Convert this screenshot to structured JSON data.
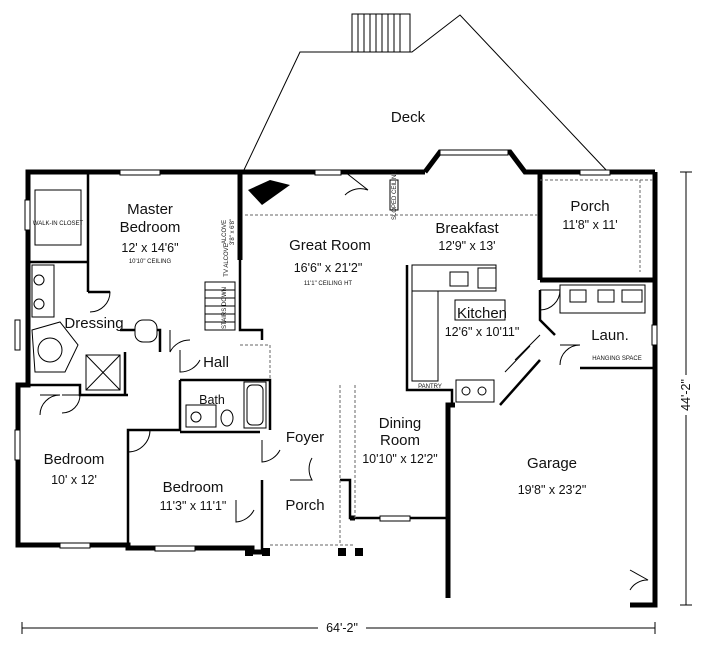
{
  "rooms": {
    "deck": {
      "name": "Deck"
    },
    "master": {
      "name1": "Master",
      "name2": "Bedroom",
      "dims": "12' x 14'6\"",
      "note": "10'10\" CEILING"
    },
    "great": {
      "name": "Great Room",
      "dims": "16'6\" x 21'2\"",
      "note": "11'1\" CEILING HT"
    },
    "breakfast": {
      "name": "Breakfast",
      "dims": "12'9\" x 13'"
    },
    "porch_rear": {
      "name": "Porch",
      "dims": "11'8\" x 11'"
    },
    "kitchen": {
      "name": "Kitchen",
      "dims": "12'6\" x 10'11\""
    },
    "laundry": {
      "name": "Laun.",
      "note": "HANGING SPACE"
    },
    "dressing": {
      "name": "Dressing"
    },
    "closet": {
      "name": "WALK-IN CLOSET"
    },
    "hall": {
      "name": "Hall"
    },
    "bath": {
      "name": "Bath"
    },
    "foyer": {
      "name": "Foyer"
    },
    "dining": {
      "name1": "Dining",
      "name2": "Room",
      "dims": "10'10\" x 12'2\""
    },
    "garage": {
      "name": "Garage",
      "dims": "19'8\" x 23'2\""
    },
    "bedroom2": {
      "name": "Bedroom",
      "dims": "10' x 12'"
    },
    "bedroom3": {
      "name": "Bedroom",
      "dims": "11'3\" x 11'1\""
    },
    "porch_front": {
      "name": "Porch"
    },
    "pantry": {
      "name": "PANTRY"
    },
    "alcove1": {
      "name": "ALCOVE",
      "dims": "3'8\" x 6'8\""
    },
    "alcove2": {
      "name": "TV ALCOVE"
    },
    "stairs": {
      "name": "STAIRS DOWN"
    },
    "sloped": {
      "name": "SLOPED CEILING"
    }
  },
  "dimensions": {
    "width": "64'-2\"",
    "depth": "44'-2\""
  }
}
